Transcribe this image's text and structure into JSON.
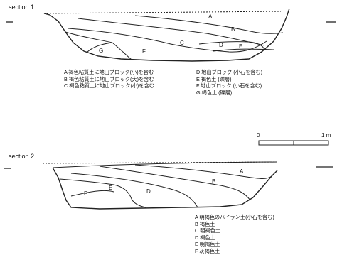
{
  "section1": {
    "title": "section 1",
    "layer_letters": [
      "A",
      "B",
      "C",
      "D",
      "E",
      "F",
      "G"
    ],
    "legend_left": [
      "A 褐色粘質土に地山ブロック(小)を含む",
      "B 褐色粘質土に地山ブロック(大)を含む",
      "C 褐色粘質土に地山ブロック(小)を含む"
    ],
    "legend_right": [
      "D 地山ブロック (小石を含む)",
      "E 褐色土 (礫層)",
      "F 地山ブロック (小石を含む)",
      "G 褐色土 (礫層)"
    ]
  },
  "section2": {
    "title": "section 2",
    "layer_letters": [
      "A",
      "B",
      "E",
      "D",
      "F"
    ],
    "legend": [
      "A 明褐色のバイラン土(小石を含む)",
      "B 褐色土",
      "C 明褐色土",
      "D 褐色土",
      "E 明褐色土",
      "F 灰褐色土"
    ]
  },
  "scale": {
    "start_label": "0",
    "end_label": "1 m"
  }
}
